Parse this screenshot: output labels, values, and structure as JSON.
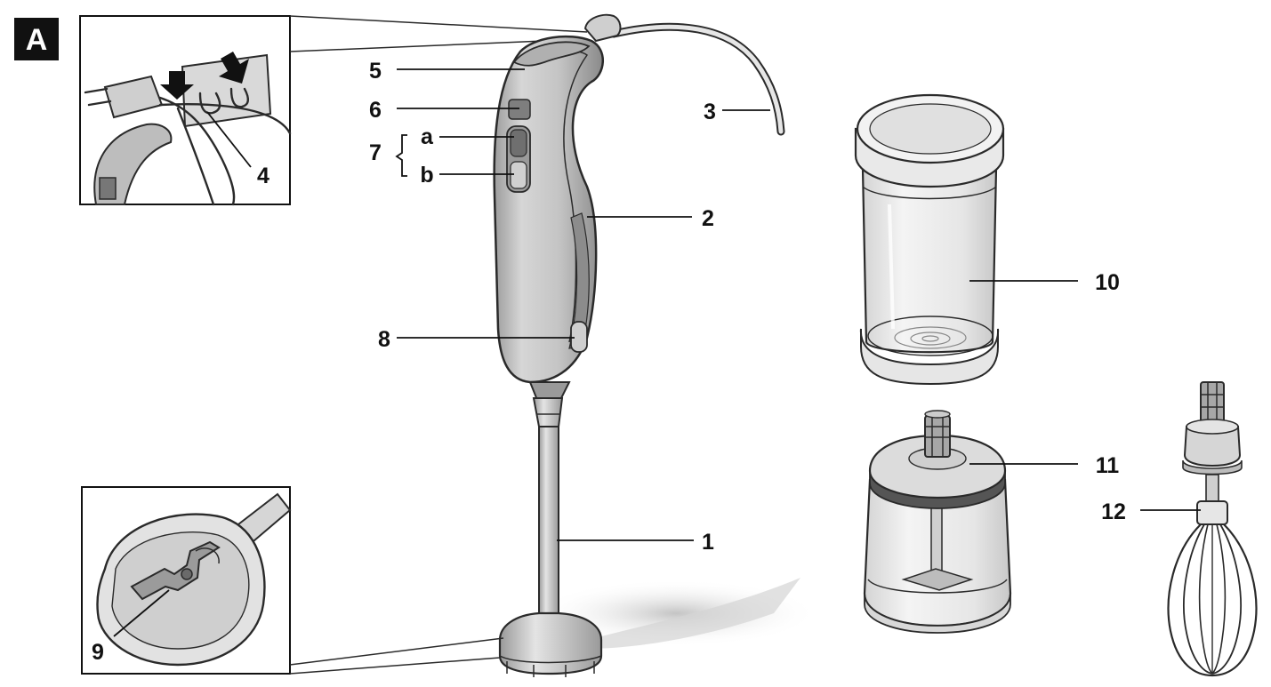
{
  "figure": {
    "letter": "A"
  },
  "callouts": {
    "c1": "1",
    "c2": "2",
    "c3": "3",
    "c4": "4",
    "c5": "5",
    "c6": "6",
    "c7": "7",
    "c7a": "a",
    "c7b": "b",
    "c8": "8",
    "c9": "9",
    "c10": "10",
    "c11": "11",
    "c12": "12"
  },
  "colors": {
    "outline": "#2a2a2a",
    "body_light": "#d8d8d8",
    "body_mid": "#b9b9b9",
    "body_dark": "#8f8f8f",
    "shaft": "#cfcfcf",
    "cup_fill": "#eeeeee",
    "shadow": "#c9c9c9"
  }
}
